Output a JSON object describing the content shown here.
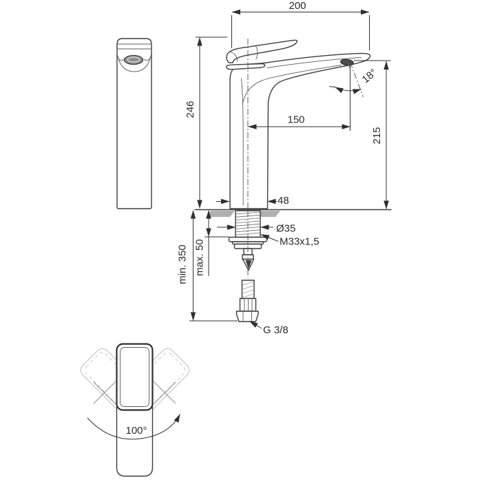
{
  "drawing": {
    "type": "faucet installation technical drawing",
    "colors": {
      "line": "#3c3c3c",
      "dimension": "#2f2f2f",
      "deck_section": "#b0b0b0",
      "ghost_outline": "#c2c2c2",
      "background": "#ffffff"
    },
    "dimensions": {
      "spout_width": "200",
      "total_height": "246",
      "spout_angle": "18°",
      "spout_reach": "150",
      "outlet_height": "215",
      "base_depth": "48",
      "hole_diameter": "Ø35",
      "mounting_thread": "M33x1,5",
      "max_deck_thickness": "max. 50",
      "min_hose_length": "min. 350",
      "supply_connection": "G 3/8",
      "handle_swivel_angle": "100°"
    }
  }
}
